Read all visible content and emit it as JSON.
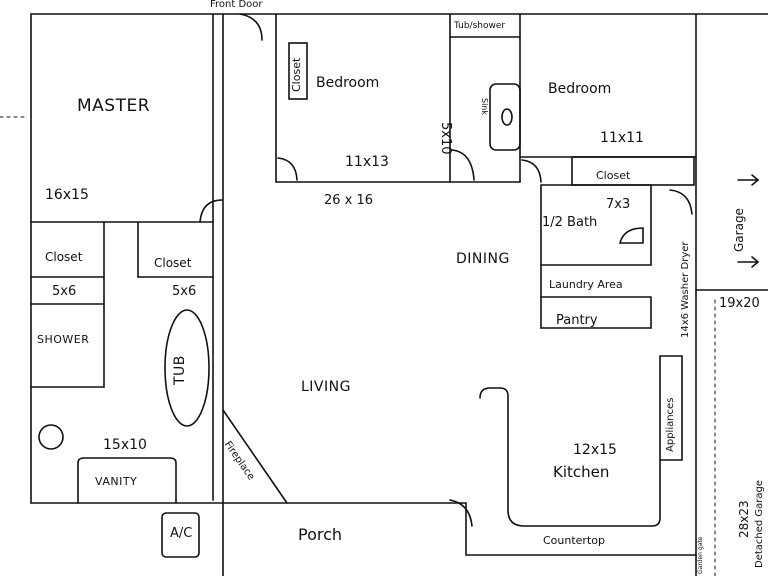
{
  "labels": {
    "front_door": "Front Door",
    "master": "MASTER",
    "master_dim": "16x15",
    "closet_left": "Closet",
    "closet_left_dim": "5x6",
    "closet_right": "Closet",
    "closet_right_dim": "5x6",
    "shower": "SHOWER",
    "tub": "TUB",
    "bath_dim": "15x10",
    "vanity": "VANITY",
    "ac": "A/C",
    "fireplace": "Fireplace",
    "living": "LIVING",
    "porch": "Porch",
    "bedroom1_closet": "Closet",
    "bedroom1": "Bedroom",
    "bedroom1_dim": "11x13",
    "living_dim": "26 x 16",
    "tub_shower": "Tub/shower",
    "bath_5x10": "5x10",
    "bath_sink": "Sink",
    "bedroom2": "Bedroom",
    "bedroom2_dim": "11x11",
    "bedroom2_closet": "Closet",
    "half_bath": "1/2 Bath",
    "half_bath_dim": "7x3",
    "dining": "DINING",
    "laundry": "Laundry Area",
    "pantry": "Pantry",
    "washer_dryer": "14x6 Washer Dryer",
    "garage": "Garage",
    "garage_dim": "19x20",
    "appliances": "Appliances",
    "kitchen_dim": "12x15",
    "kitchen": "Kitchen",
    "countertop": "Countertop",
    "detached_garage_dim": "28x23",
    "detached_garage": "Detached Garage",
    "gate": "Garden gate"
  }
}
